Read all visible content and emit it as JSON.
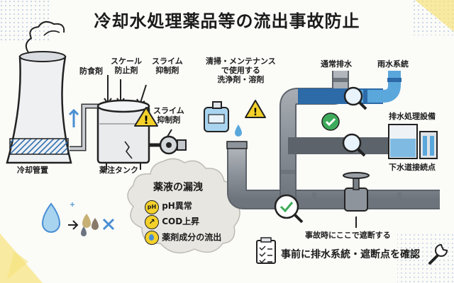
{
  "title": "冷却水処理薬品等の流出事故防止",
  "labels": {
    "cooling_tower": "冷却管置",
    "anticorrosion": "防食剤",
    "scale_inhibitor": "スケール\n防止剤",
    "slime_inhibitor_top": "スライム\n抑制剤",
    "slime_inhibitor_pump": "スライム\n抑制剤",
    "tank": "薬注タンク",
    "cleaning_agents": "清掃・メンテナンス\nで使用する\n洗浄剤・溶剤",
    "normal_drain": "通常排水",
    "rain_system": "雨水系統",
    "treatment_facility": "排水処理設備",
    "sewer_connection": "下水道接続点",
    "shutoff_here": "事故時にここで遮断する",
    "confirm": "事前に排水系統・遮断点を確認"
  },
  "leak": {
    "title": "薬液の漏洩",
    "items": [
      {
        "icon": "ph-icon",
        "icon_text": "pH",
        "text": "pH異常"
      },
      {
        "icon": "trend-up-icon",
        "icon_text": "↗",
        "text": "COD上昇"
      },
      {
        "icon": "drop-icon",
        "icon_text": "💧",
        "text": "薬剤成分の流出"
      }
    ]
  },
  "colors": {
    "pipe": "#8e949b",
    "pipe_dark": "#5d636a",
    "water": "#5aa7dc",
    "water_light": "#a9d4ef",
    "warning": "#f4d12a",
    "ok": "#3dab5b",
    "leak_cloud": "#e7e6e1",
    "accent_yellow": "#f6e27a"
  }
}
